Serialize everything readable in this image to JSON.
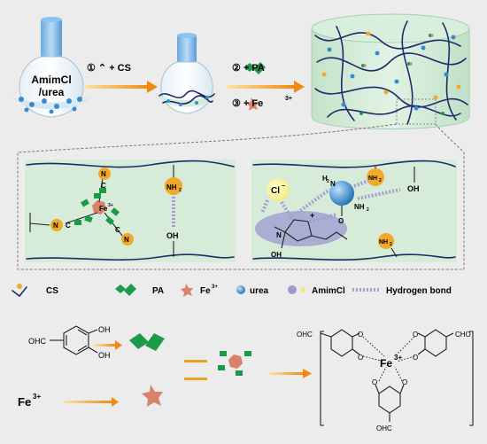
{
  "top": {
    "flask_label_line1": "AmimCl",
    "flask_label_line2": "/urea",
    "step1_label": "① ⌃ + CS",
    "step2_label": "② + PA",
    "step3_label": "③ + Fe",
    "step3_superscript": "3+"
  },
  "detail_left": {
    "fe_label": "Fe",
    "fe_superscript": "3+",
    "nh2_label": "NH",
    "nh2_sub": "2",
    "oh_label": "OH",
    "n_label_1": "N",
    "c_label_1": "C",
    "n_label_2": "N",
    "c_label_2": "C",
    "n_label_3": "N",
    "c_label_3": "C"
  },
  "detail_right": {
    "cl_label": "Cl",
    "cl_superscript": "−",
    "n_plus": "+",
    "n_label": "N",
    "oh_left": "OH",
    "h2n_label": "H",
    "h2n_sub": "2",
    "h2n_n": "N",
    "nh2_label": "NH",
    "nh2_sub": "2",
    "o_label": "O",
    "oh_right": "OH",
    "nh2_bead": "NH",
    "nh2_bead_sub": "2",
    "nh2_bottom": "NH",
    "nh2_bottom_sub": "2"
  },
  "legend": {
    "items": [
      {
        "id": "cs",
        "label": "CS"
      },
      {
        "id": "pa",
        "label": "PA"
      },
      {
        "id": "fe",
        "label": "Fe",
        "sup": "3+"
      },
      {
        "id": "urea",
        "label": "urea"
      },
      {
        "id": "amimcl",
        "label": "AmimCl"
      },
      {
        "id": "hbond",
        "label": "Hydrogen bond"
      }
    ]
  },
  "bottom": {
    "aldehyde_left": "OHC",
    "oh_upper": "OH",
    "oh_lower": "OH",
    "fe_ion": "Fe",
    "fe_ion_sup": "3+",
    "complex_cho_left": "OHC",
    "complex_cho_right": "CHO",
    "complex_cho_bottom": "OHC",
    "complex_fe": "Fe",
    "complex_fe_sup": "3+",
    "o_label": "O"
  },
  "colors": {
    "arrow": "#f0a020",
    "chain": "#1f2a6b",
    "hbond": "#a998d4",
    "green": "#1c9a4a",
    "fe_star": "#d9826a",
    "urea": "#2f86c8",
    "gel": "#cfe9d4",
    "nh2_bead": "#f2a82a"
  }
}
